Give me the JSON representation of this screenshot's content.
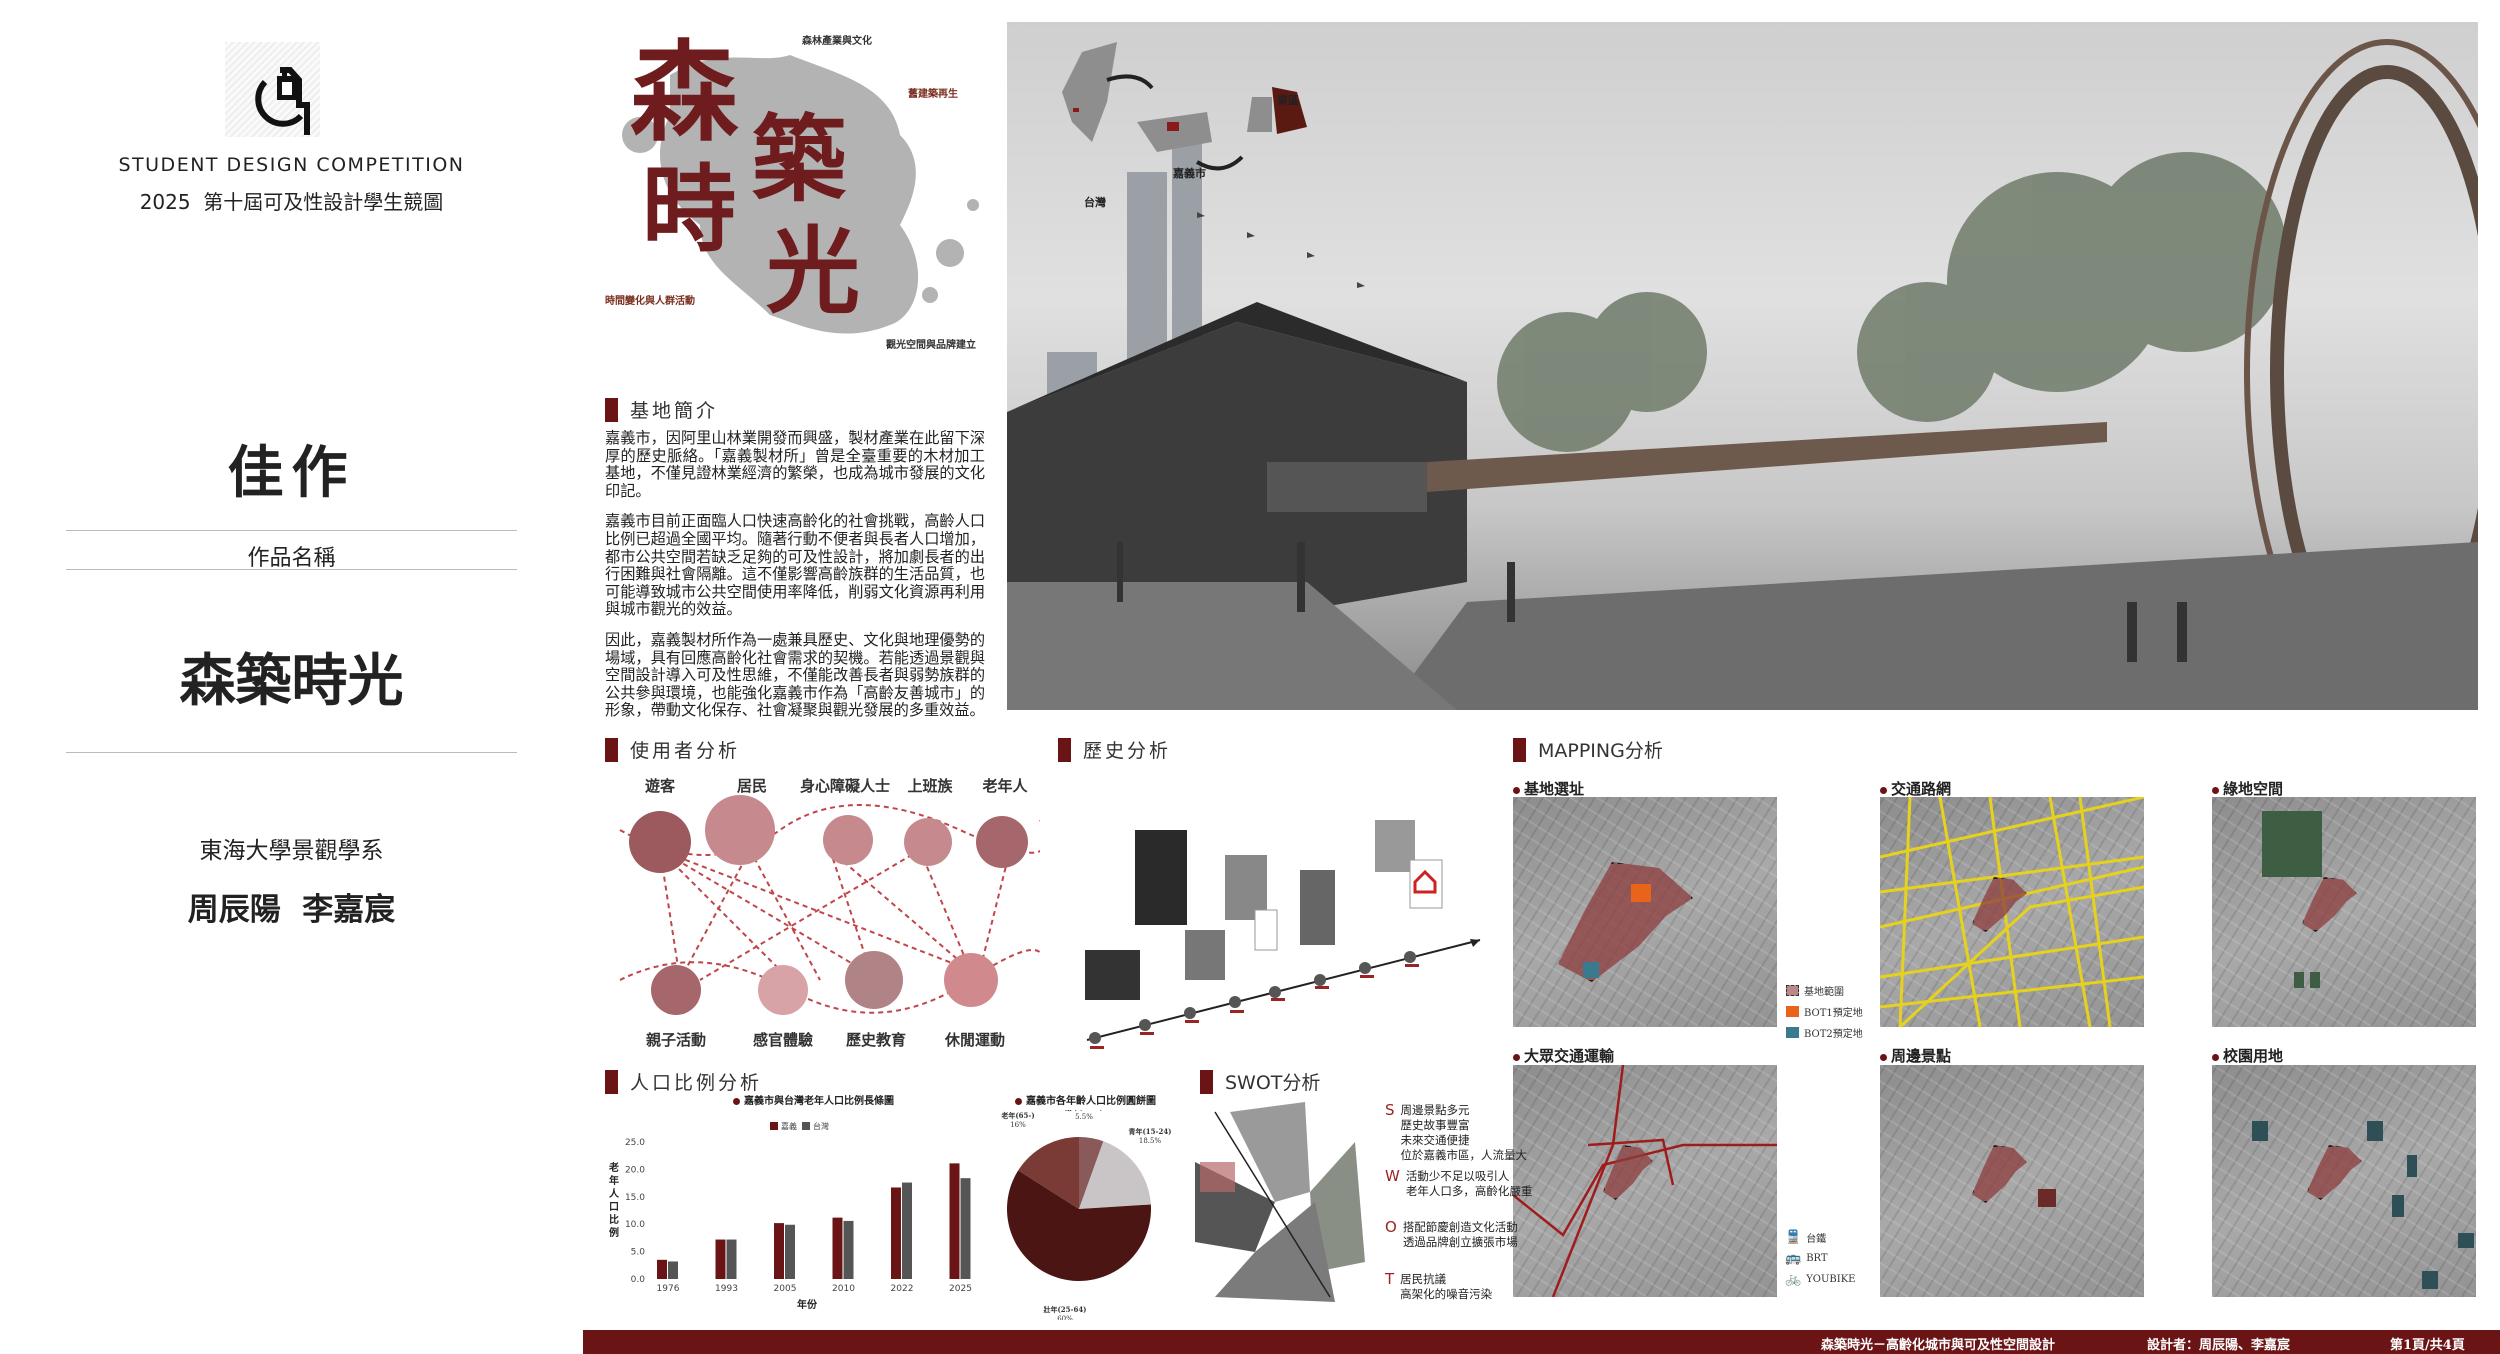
{
  "brand": {
    "competition_en": "STUDENT DESIGN COMPETITION",
    "competition_zh": "2025  第十屆可及性設計學生競圖",
    "logo_icon": "wheelchair-icon"
  },
  "award": "佳作",
  "work_name_label": "作品名稱",
  "work_title": "森築時光",
  "school": "東海大學景觀學系",
  "authors": "周辰陽  李嘉宸",
  "title_graphic": {
    "chars": [
      "森",
      "築",
      "時",
      "光"
    ],
    "annotations": [
      "森林產業與文化",
      "舊建築再生",
      "時間變化與人群活動",
      "觀光空間與品牌建立"
    ]
  },
  "hero": {
    "map_labels": [
      "台灣",
      "嘉義市",
      "東區"
    ]
  },
  "site_intro": {
    "heading": "基地簡介",
    "paragraphs": [
      "嘉義市，因阿里山林業開發而興盛，製材產業在此留下深厚的歷史脈絡。「嘉義製材所」曾是全臺重要的木材加工基地，不僅見證林業經濟的繁榮，也成為城市發展的文化印記。",
      "嘉義市目前正面臨人口快速高齡化的社會挑戰，高齡人口比例已超過全國平均。隨著行動不便者與長者人口增加，都市公共空間若缺乏足夠的可及性設計，將加劇長者的出行困難與社會隔離。這不僅影響高齡族群的生活品質，也可能導致城市公共空間使用率降低，削弱文化資源再利用與城市觀光的效益。",
      "因此，嘉義製材所作為一處兼具歷史、文化與地理優勢的場域，具有回應高齡化社會需求的契機。若能透過景觀與空間設計導入可及性思維，不僅能改善長者與弱勢族群的公共參與環境，也能強化嘉義市作為「高齡友善城市」的形象，帶動文化保存、社會凝聚與觀光發展的多重效益。"
    ]
  },
  "user_analysis": {
    "heading": "使用者分析",
    "users": [
      "遊客",
      "居民",
      "身心障礙人士",
      "上班族",
      "老年人"
    ],
    "activities": [
      "親子活動",
      "感官體驗",
      "歷史教育",
      "休閒運動"
    ]
  },
  "history": {
    "heading": "歷史分析"
  },
  "mapping": {
    "heading": "MAPPING分析",
    "maps": [
      {
        "label": "基地選址",
        "legend": [
          "基地範圍",
          "BOT1預定地",
          "BOT2預定地"
        ]
      },
      {
        "label": "交通路網"
      },
      {
        "label": "綠地空間"
      },
      {
        "label": "大眾交通運輸",
        "legend": [
          "台鐵",
          "BRT",
          "YOUBIKE"
        ]
      },
      {
        "label": "周邊景點"
      },
      {
        "label": "校園用地"
      }
    ]
  },
  "population": {
    "heading": "人口比例分析"
  },
  "chart_data": [
    {
      "type": "bar",
      "title": "嘉義市與台灣老年人口比例長條圖",
      "categories": [
        "1976",
        "1993",
        "2005",
        "2010",
        "2022",
        "2025"
      ],
      "series": [
        {
          "name": "嘉義",
          "color": "#6b1416",
          "values": [
            3.5,
            7.2,
            10.2,
            11.2,
            16.7,
            21.1
          ]
        },
        {
          "name": "台灣",
          "color": "#555555",
          "values": [
            3.2,
            7.2,
            9.9,
            10.6,
            17.6,
            18.4
          ]
        }
      ],
      "xlabel": "年份",
      "ylabel": "老年人口比例",
      "ylim": [
        0,
        25
      ],
      "yticks": [
        "0.0",
        "5.0",
        "10.0",
        "15.0",
        "20.0",
        "25.0"
      ],
      "legend": "top"
    },
    {
      "type": "pie",
      "title": "嘉義市各年齡人口比例圓餅圖",
      "slices": [
        {
          "label": "幼年(0-14)",
          "value": 5.5,
          "text": "5.5%",
          "color": "#8a5a5a"
        },
        {
          "label": "青年(15-24)",
          "value": 18.5,
          "text": "18.5%",
          "color": "#c9c5c7"
        },
        {
          "label": "壯年(25-64)",
          "value": 60,
          "text": "60%",
          "color": "#4a1512"
        },
        {
          "label": "老年(65-)",
          "value": 16,
          "text": "16%",
          "color": "#7a3a36"
        }
      ]
    }
  ],
  "swot": {
    "heading": "SWOT分析",
    "items": [
      {
        "key": "S",
        "lines": [
          "周邊景點多元",
          "歷史故事豐富",
          "未來交通便捷",
          "位於嘉義市區，人流量大"
        ]
      },
      {
        "key": "W",
        "lines": [
          "活動少不足以吸引人",
          "老年人口多，高齡化嚴重"
        ]
      },
      {
        "key": "O",
        "lines": [
          "搭配節慶創造文化活動",
          "透過品牌創立擴張市場"
        ]
      },
      {
        "key": "T",
        "lines": [
          "居民抗議",
          "高架化的噪音污染"
        ]
      }
    ]
  },
  "footer": {
    "project": "森築時光－高齡化城市與可及性空間設計",
    "designers": "設計者：周辰陽、李嘉宸",
    "page": "第1頁/共4頁"
  },
  "colors": {
    "accent": "#6b1416",
    "gray": "#555555"
  }
}
